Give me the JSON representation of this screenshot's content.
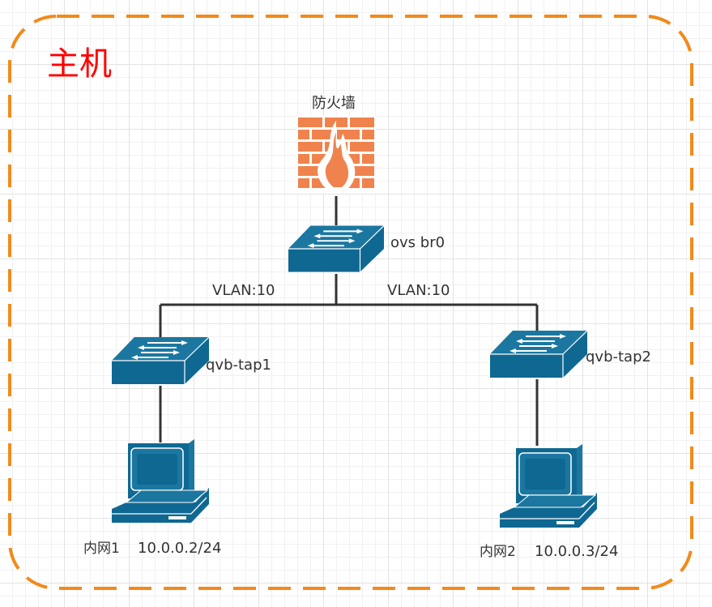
{
  "host": {
    "label": "主机",
    "color": "#ff0000",
    "border_color": "#f28a1b"
  },
  "firewall": {
    "label": "防火墙",
    "brick_color": "#f0834d",
    "icon": "firewall-icon"
  },
  "core_switch": {
    "label": "ovs br0",
    "icon": "switch-icon"
  },
  "vlan_links": {
    "left": "VLAN:10",
    "right": "VLAN:10"
  },
  "access_switches": [
    {
      "label": "qvb-tap1",
      "icon": "switch-icon"
    },
    {
      "label": "qvb-tap2",
      "icon": "switch-icon"
    }
  ],
  "hosts": [
    {
      "name": "内网1",
      "ip": "10.0.0.2/24",
      "icon": "computer-icon"
    },
    {
      "name": "内网2",
      "ip": "10.0.0.3/24",
      "icon": "computer-icon"
    }
  ],
  "colors": {
    "device_front": "#0f6892",
    "device_top": "#1b77a0",
    "link": "#333333"
  }
}
